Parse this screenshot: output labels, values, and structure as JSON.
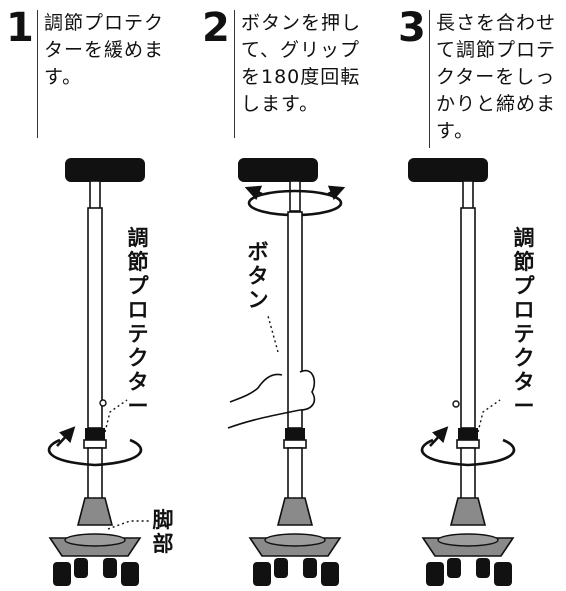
{
  "steps": [
    {
      "number": "1",
      "text": "調節プロテク\nターを緩めま\nす。"
    },
    {
      "number": "2",
      "text": "ボタンを押し\nて、グリップ\nを180度回転\nします。"
    },
    {
      "number": "3",
      "text": "長さを合わせ\nて調節プロテ\nクターをしっ\nかりと締めま\nす。"
    }
  ],
  "labels": {
    "protector_left": "調節プロテクター",
    "button": "ボタン",
    "leg": "脚部",
    "protector_right": "調節プロテクター"
  },
  "colors": {
    "ink": "#111111",
    "shaft_fill": "#ffffff",
    "base_gray": "#8a8a8a"
  }
}
